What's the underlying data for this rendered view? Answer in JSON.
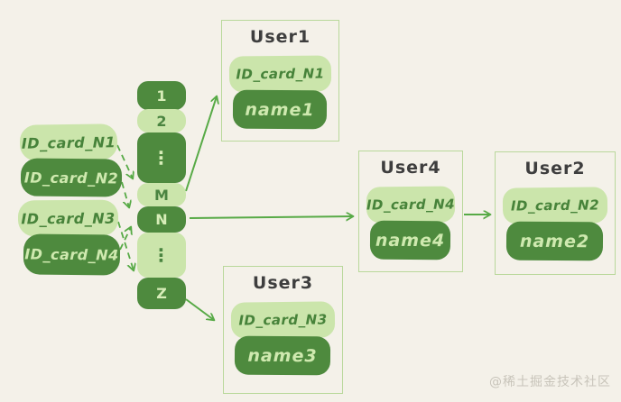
{
  "diagram_type": "hash-table id-card lookup with collision chaining",
  "colors": {
    "background": "#f4f1e9",
    "pill_dark": "#4e8a3e",
    "pill_light": "#cbe5ab",
    "text_on_dark": "#cfe9af",
    "text_on_light": "#47833a",
    "box_border": "#b9d89b",
    "title_text": "#3e3e3e",
    "arrow_green": "#57aa46",
    "watermark_gray": "#c8c4ba"
  },
  "id_cards": [
    {
      "label": "ID_card_N1",
      "variant": "light"
    },
    {
      "label": "ID_card_N2",
      "variant": "dark"
    },
    {
      "label": "ID_card_N3",
      "variant": "light"
    },
    {
      "label": "ID_card_N4",
      "variant": "dark"
    }
  ],
  "buckets": {
    "one": "1",
    "two": "2",
    "dots_top": "⋮",
    "m": "M",
    "n": "N",
    "dots_bottom": "⋮",
    "z": "Z"
  },
  "users": {
    "user1": {
      "title": "User1",
      "id": "ID_card_N1",
      "name": "name1"
    },
    "user4": {
      "title": "User4",
      "id": "ID_card_N4",
      "name": "name4"
    },
    "user2": {
      "title": "User2",
      "id": "ID_card_N2",
      "name": "name2"
    },
    "user3": {
      "title": "User3",
      "id": "ID_card_N3",
      "name": "name3"
    }
  },
  "edges": {
    "dashed": [
      {
        "from": "ID_card_N1",
        "to": "bucket-M"
      },
      {
        "from": "ID_card_N2",
        "to": "bucket-N"
      },
      {
        "from": "ID_card_N3",
        "to": "bucket-Z"
      },
      {
        "from": "ID_card_N4",
        "to": "bucket-N"
      }
    ],
    "solid": [
      {
        "from": "bucket-M",
        "to": "User1"
      },
      {
        "from": "bucket-N",
        "to": "User4"
      },
      {
        "from": "User4",
        "to": "User2"
      },
      {
        "from": "bucket-Z",
        "to": "User3"
      }
    ]
  },
  "watermark": {
    "text": "@稀土掘金技术社区"
  }
}
